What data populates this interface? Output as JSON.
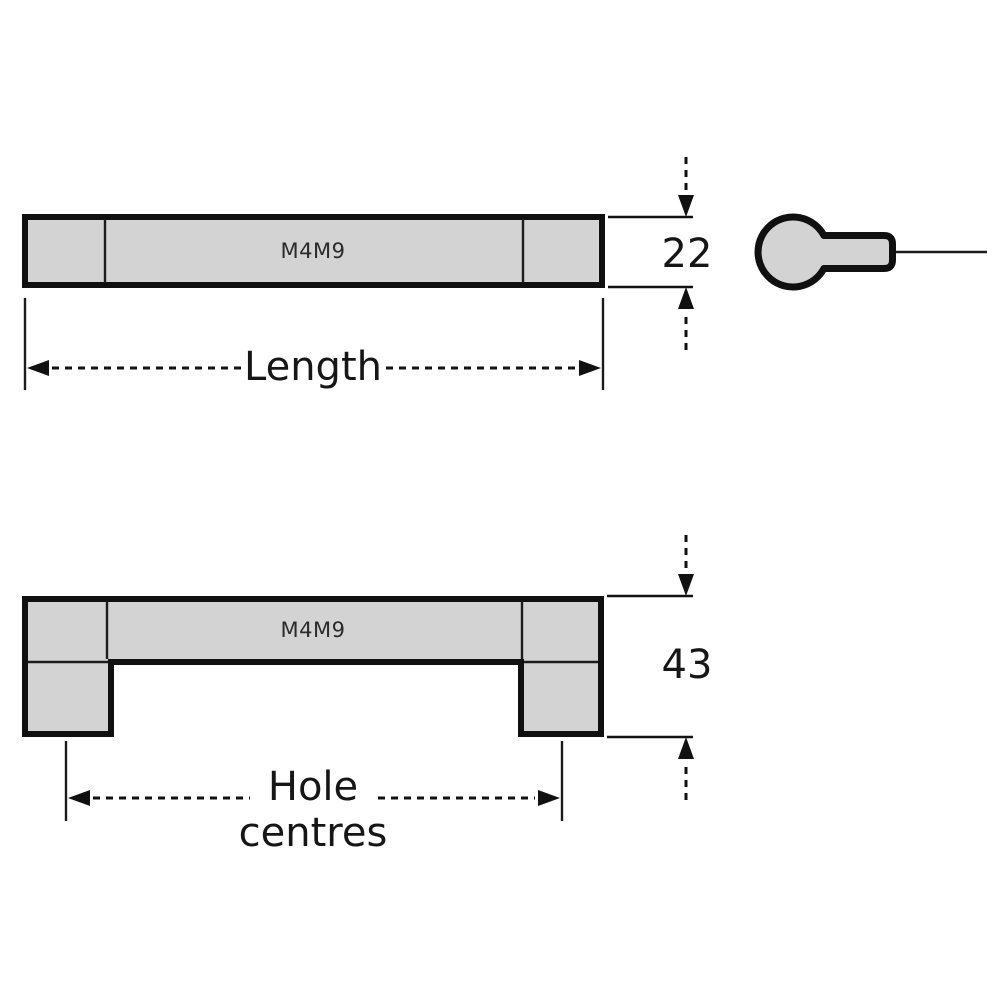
{
  "colors": {
    "background": "#ffffff",
    "part_fill": "#d3d3d3",
    "line": "#111111",
    "part_text": "#2b2b2b"
  },
  "front_view": {
    "part_code": "M4M9",
    "length_label": "Length",
    "height_value": "22"
  },
  "bottom_view": {
    "part_code": "M4M9",
    "height_value": "43",
    "hole_centres_label": [
      "Hole",
      "centres"
    ]
  }
}
